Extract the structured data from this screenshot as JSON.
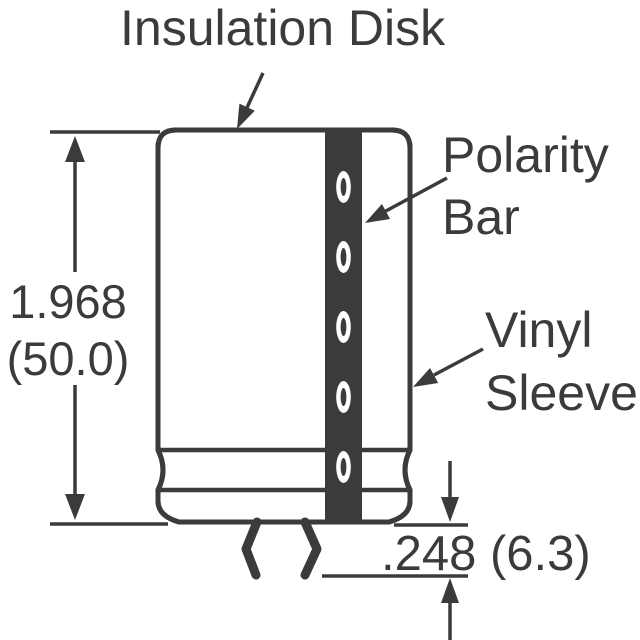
{
  "diagram": {
    "labels": {
      "insulation_disk": "Insulation Disk",
      "polarity_line1": "Polarity",
      "polarity_line2": "Bar",
      "vinyl_line1": "Vinyl",
      "vinyl_line2": "Sleeve"
    },
    "dimensions": {
      "body_length_in": "1.968",
      "body_length_mm": "(50.0)",
      "lead_length": ".248 (6.3)"
    },
    "polarity_marker_count": 5,
    "colors": {
      "ink": "#3b3b3d",
      "background": "#ffffff",
      "polarity_bar": "#3b3b3d"
    }
  }
}
